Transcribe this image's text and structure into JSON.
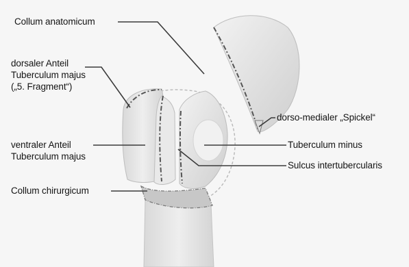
{
  "labels": {
    "collum_anatomicum": "Collum anatomicum",
    "dorsaler_anteil": [
      "dorsaler Anteil",
      "Tuberculum majus",
      "(„5. Fragment“)"
    ],
    "ventraler_anteil": [
      "ventraler Anteil",
      "Tuberculum majus"
    ],
    "collum_chirurgicum": "Collum chirurgicum",
    "spickel": "dorso-medialer „Spickel“",
    "tuberculum_minus": "Tuberculum minus",
    "sulcus": "Sulcus intertubercularis"
  },
  "colors": {
    "bone": "#e6e6e6",
    "bone_dark": "#cfcfcf",
    "fracture_line": "#5a5a5a",
    "leader_line": "#3a3a3a",
    "background": "#f6f6f6"
  }
}
